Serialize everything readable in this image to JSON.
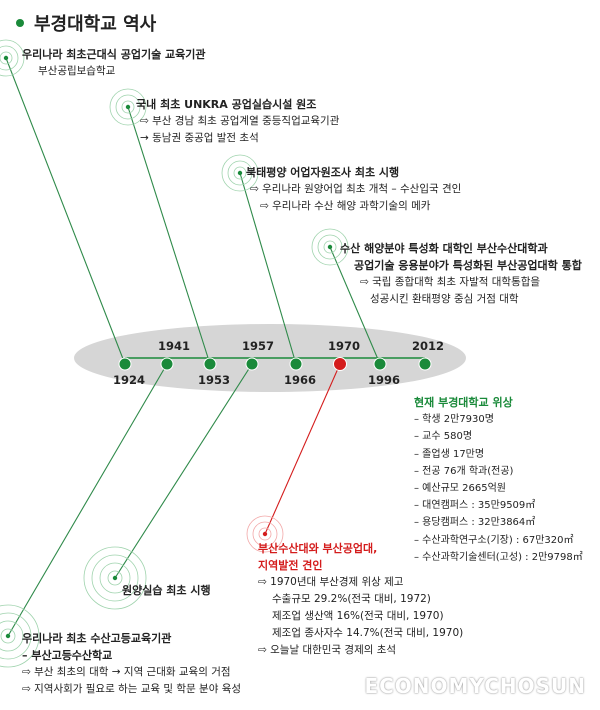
{
  "title": "부경대학교 역사",
  "years_top": [
    "1941",
    "1957",
    "1970",
    "2012"
  ],
  "years_bottom": [
    "1924",
    "1953",
    "1966",
    "1996"
  ],
  "events": {
    "e1924_title": "우리나라 최초근대식 공업기술 교육기관",
    "e1924_sub": "부산공립보습학교",
    "e1941_title": "우리나라 최초 수산고등교육기관",
    "e1941_sub": "– 부산고등수산학교",
    "e1941_d1": "⇨ 부산 최초의 대학 → 지역 근대화 교육의 거점",
    "e1941_d2": "⇨ 지역사회가 필요로 하는 교육 및 학문 분야 육성",
    "e1953_title": "국내 최초 UNKRA 공업실습시설 원조",
    "e1953_d1": "⇨ 부산 경남 최초 공업계열 중등직업교육기관",
    "e1953_d2": "→ 동남권 중공업 발전 초석",
    "e1957_title": "원양실습 최초 시행",
    "e1966_title": "북태평양 어업자원조사 최초 시행",
    "e1966_d1": "⇨ 우리나라 원양어업 최초 개척 – 수산입국 견인",
    "e1966_d2": "⇨ 우리나라 수산 해양 과학기술의 메카",
    "e1970_t1": "부산수산대와 부산공업대,",
    "e1970_t2": "지역발전 견인",
    "e1970_d1": "⇨ 1970년대 부산경제 위상 제고",
    "e1970_d2": "수출규모 29.2%(전국 대비, 1972)",
    "e1970_d3": "제조업 생산액 16%(전국 대비, 1970)",
    "e1970_d4": "제조업 종사자수 14.7%(전국 대비, 1970)",
    "e1970_d5": "⇨ 오늘날 대한민국 경제의 초석",
    "e1996_t1": "수산 해양분야 특성화 대학인 부산수산대학과",
    "e1996_t2": "공업기술 응용분야가 특성화된 부산공업대학 통합",
    "e1996_d1": "⇨ 국립 종합대학 최초 자발적 대학통합을",
    "e1996_d2": "성공시킨 환태평양 중심 거점 대학"
  },
  "current": {
    "title": "현재 부경대학교 위상",
    "items": [
      "– 학생 2만7930명",
      "– 교수 580명",
      "– 졸업생 17만명",
      "– 전공 76개 학과(전공)",
      "– 예산규모 2665억원",
      "– 대연캠퍼스 : 35만9509㎡",
      "– 용당캠퍼스 : 32만3864㎡",
      "– 수산과학연구소(기장) : 67만320㎡",
      "– 수산과학기술센터(고성) : 2만9798㎡"
    ]
  },
  "watermark": "ECONOMYCHOSUN",
  "colors": {
    "green": "#1a8a3a",
    "red": "#d41c1c",
    "band": "#d6d6d6"
  }
}
